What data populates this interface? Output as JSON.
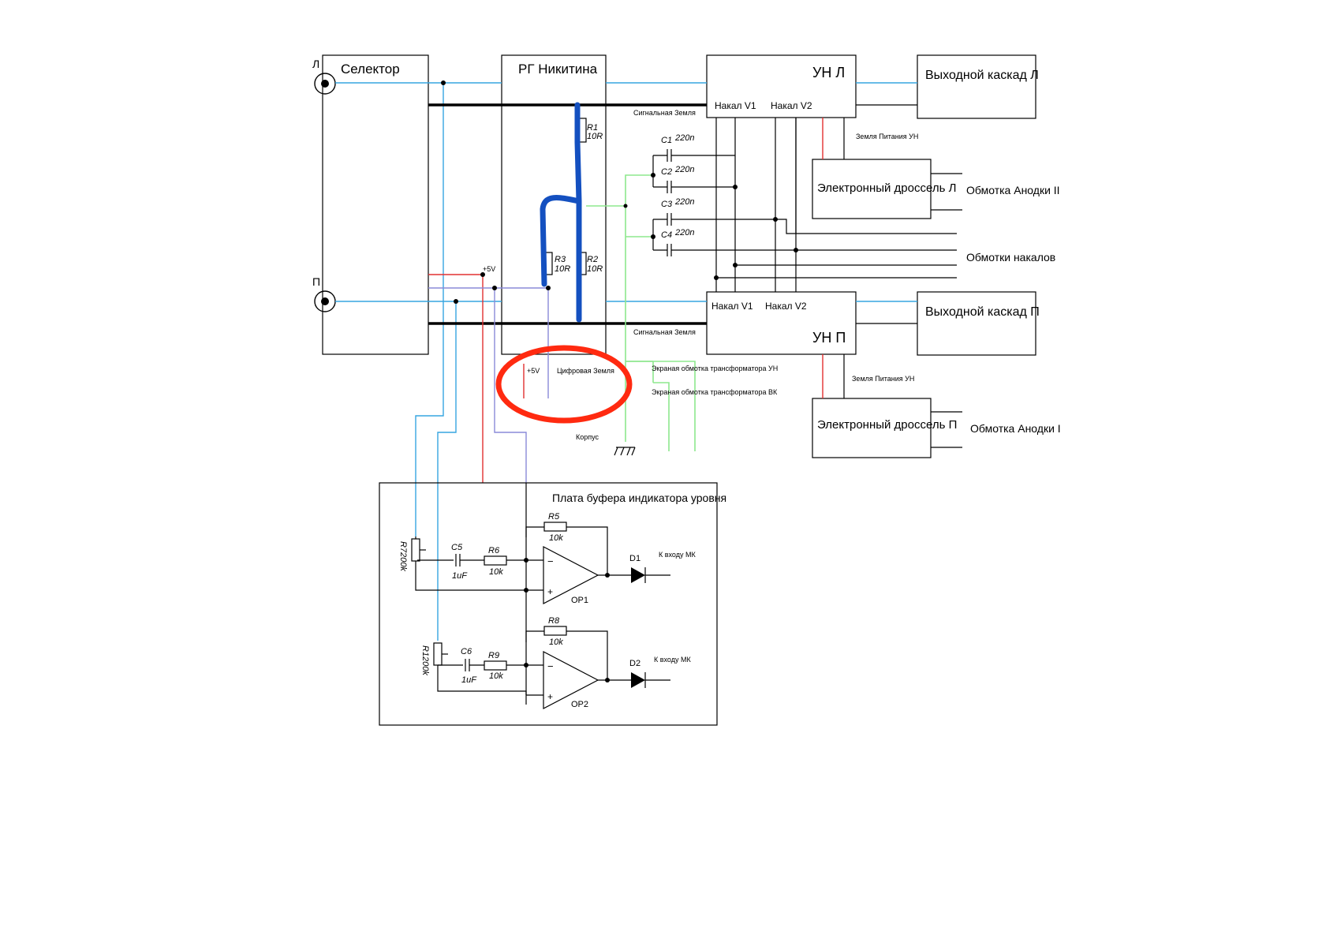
{
  "blocks": {
    "selector": "Селектор",
    "rg": "РГ Никитина",
    "un_l": "УН Л",
    "un_p": "УН П",
    "out_l": "Выходной каскад Л",
    "out_p": "Выходной каскад П",
    "choke_l": "Электронный дроссель Л",
    "choke_p": "Электронный дроссель П",
    "buffer": "Плата буфера индикатора уровня"
  },
  "jacks": {
    "left": "Л",
    "right": "П"
  },
  "labels": {
    "nakal_v1": "Накал V1",
    "nakal_v2": "Накал V2",
    "sig_ground": "Сигнальная Земля",
    "power_ground_un": "Земля Питания УН",
    "anode_winding_2": "Обмотка Анодки II",
    "anode_winding_1": "Обмотка Анодки I",
    "heater_windings": "Обмотки накалов",
    "plus5v": "+5V",
    "digital_ground": "Цифровая Земля",
    "shield_un": "Экраная обмотка трансформатора УН",
    "shield_vk": "Экраная обмотка трансформатора ВК",
    "chassis": "Корпус",
    "to_mk": "К входу МК"
  },
  "components": {
    "R1": "R1",
    "R1v": "10R",
    "R2": "R2",
    "R2v": "10R",
    "R3": "R3",
    "R3v": "10R",
    "C1": "C1",
    "C2": "C2",
    "C3": "C3",
    "C4": "C4",
    "Cv": "220n",
    "R5": "R5",
    "R5v": "10k",
    "R6": "R6",
    "R6v": "10k",
    "R8": "R8",
    "R8v": "10k",
    "R9": "R9",
    "R9v": "10k",
    "C5": "C5",
    "C5v": "1uF",
    "C6": "C6",
    "C6v": "1uF",
    "R7": "R7200k",
    "R10": "R1200k",
    "D1": "D1",
    "D2": "D2",
    "OP1": "OP1",
    "OP2": "OP2",
    "minus": "−",
    "plus": "+"
  },
  "colors": {
    "signal": "#37a6e0",
    "plus5v": "#e23030",
    "digital_ground": "#8a8ad8",
    "shield": "#8ee88e",
    "highlight_wire": "#1450c0",
    "highlight_circle": "#ff2a10"
  }
}
